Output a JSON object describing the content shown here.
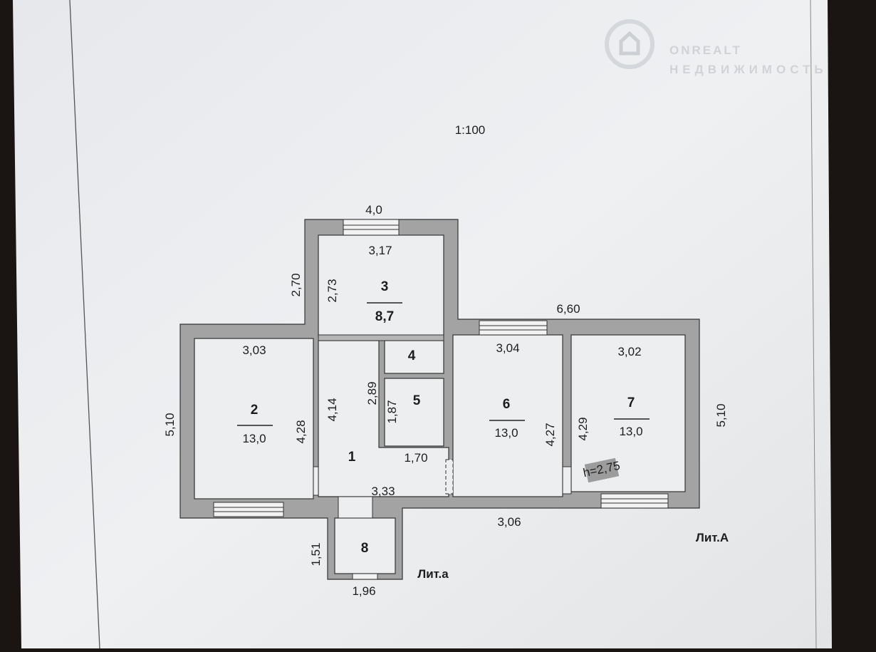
{
  "scale": "1:100",
  "watermark": {
    "brand": "ONREALT",
    "subtitle": "НЕДВИЖИМОСТЬ"
  },
  "ceiling_height": "h=2,75",
  "literals": {
    "main": "Лит.А",
    "annex": "Лит.а"
  },
  "rooms": [
    {
      "number": "1"
    },
    {
      "number": "2",
      "area": "13,0"
    },
    {
      "number": "3",
      "area": "8,7"
    },
    {
      "number": "4"
    },
    {
      "number": "5"
    },
    {
      "number": "6",
      "area": "13,0"
    },
    {
      "number": "7",
      "area": "13,0"
    },
    {
      "number": "8"
    }
  ],
  "dimensions": {
    "top_room3_outer": "4,0",
    "room3_width": "3,17",
    "room3_depth": "2,73",
    "room3_outer_side": "2,70",
    "right_block_outer": "6,60",
    "room2_width": "3,03",
    "room6_width": "3,04",
    "room7_width": "3,02",
    "room4_5_depth": "2,89",
    "room5_depth": "1,87",
    "corridor_depth": "4,14",
    "room2_depth": "4,28",
    "room6_depth": "4,27",
    "room7_depth": "4,29",
    "left_outer": "5,10",
    "right_outer": "5,10",
    "room5_width": "1,70",
    "corridor_width": "3,33",
    "bottom_room6": "3,06",
    "room8_depth": "1,51",
    "room8_width": "1,96"
  }
}
